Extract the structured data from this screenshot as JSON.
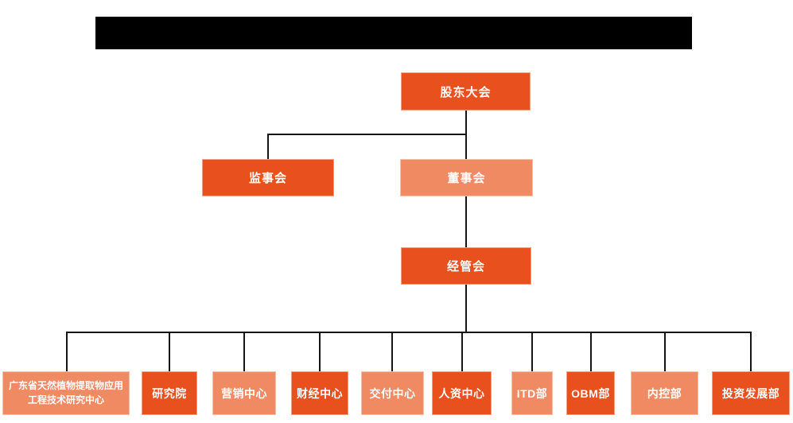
{
  "page": {
    "background_color": "#FFFFFF",
    "title_bar": {
      "redacted": true,
      "text": ""
    }
  },
  "colors": {
    "node_primary": "#E8501D",
    "node_secondary": "#EF8A63",
    "connector_line": "#151515",
    "node_text": "#FFFFFF",
    "redacted_bar": "#000000"
  },
  "org": {
    "root": {
      "label": "股东大会",
      "variant": "primary"
    },
    "level2": [
      {
        "label": "监事会",
        "variant": "primary"
      },
      {
        "label": "董事会",
        "variant": "secondary"
      }
    ],
    "level3": [
      {
        "label": "经管会",
        "variant": "primary"
      }
    ],
    "departments": [
      {
        "label": "广东省天然植物提取物应用工程技术研究中心",
        "variant": "secondary"
      },
      {
        "label": "研究院",
        "variant": "primary"
      },
      {
        "label": "营销中心",
        "variant": "secondary"
      },
      {
        "label": "财经中心",
        "variant": "primary"
      },
      {
        "label": "交付中心",
        "variant": "secondary"
      },
      {
        "label": "人资中心",
        "variant": "primary"
      },
      {
        "label": "ITD部",
        "variant": "secondary"
      },
      {
        "label": "OBM部",
        "variant": "primary"
      },
      {
        "label": "内控部",
        "variant": "secondary"
      },
      {
        "label": "投资发展部",
        "variant": "primary"
      }
    ]
  }
}
